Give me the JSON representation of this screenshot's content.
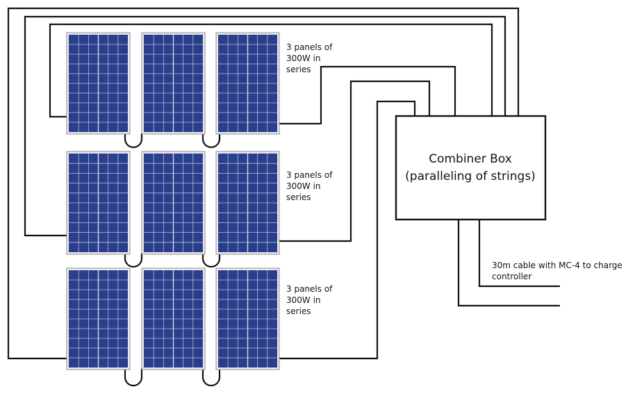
{
  "strings": [
    {
      "label_lines": [
        "3 panels of",
        "300W in",
        "series"
      ]
    },
    {
      "label_lines": [
        "3 panels of",
        "300W in",
        "series"
      ]
    },
    {
      "label_lines": [
        "3 panels of",
        "300W in",
        "series"
      ]
    }
  ],
  "combiner_box": {
    "title_line1": "Combiner Box",
    "title_line2": "(paralleling of strings)"
  },
  "output_cable": {
    "label_line1": "30m cable with MC-4 to charge",
    "label_line2": "controller"
  },
  "colors": {
    "panel_cell": "#2a3e8c",
    "panel_frame": "#e9e9ee",
    "wire": "#111111"
  }
}
